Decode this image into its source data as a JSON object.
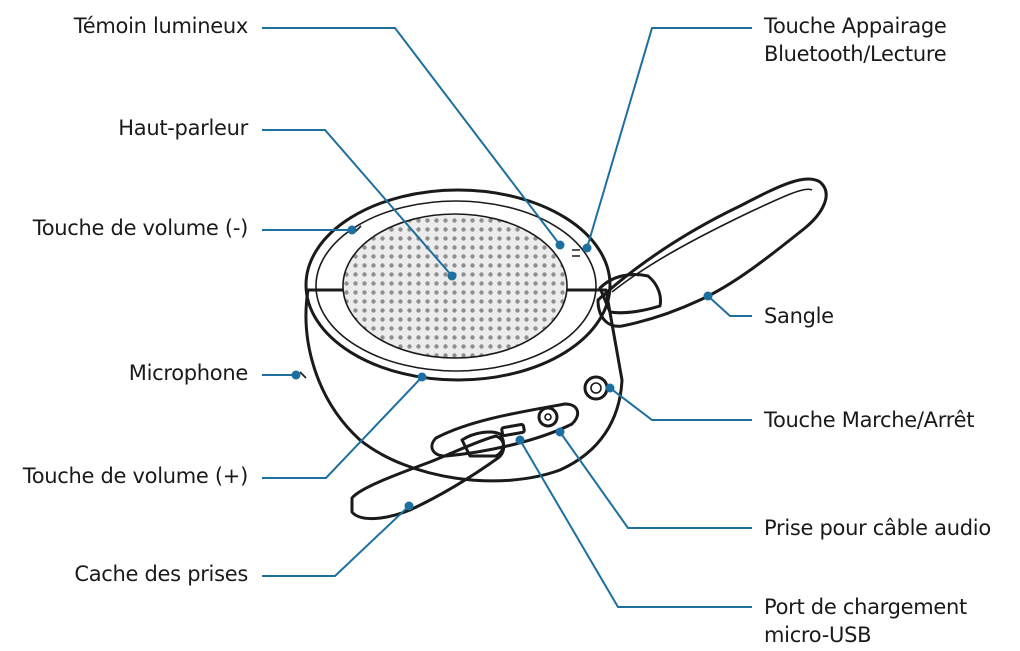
{
  "colors": {
    "leader": "#1d6fa0",
    "ink": "#1a1a1a",
    "grille": "#9a9a9a",
    "grille_bg": "#e6e6e6",
    "body_fill": "#ffffff"
  },
  "labels": {
    "indicator": "Témoin lumineux",
    "speaker": "Haut-parleur",
    "volume_down": "Touche de volume (-)",
    "microphone": "Microphone",
    "volume_up": "Touche de volume (+)",
    "port_cover": "Cache des prises",
    "pairing_key": "Touche Appairage\nBluetooth/Lecture",
    "strap": "Sangle",
    "power_key": "Touche Marche/Arrêt",
    "audio_jack": "Prise pour câble audio",
    "usb_port": "Port de chargement\nmicro-USB"
  }
}
